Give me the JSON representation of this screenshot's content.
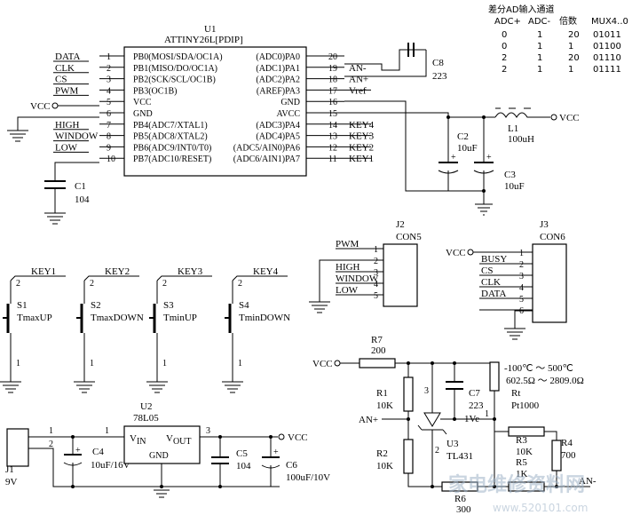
{
  "u1": {
    "ref": "U1",
    "part": "ATTINY26L[PDIP]",
    "left_pins": [
      {
        "num": "1",
        "name": "PB0(MOSI/SDA/OC1A)",
        "net": "DATA"
      },
      {
        "num": "2",
        "name": "PB1(MISO/DO/OC1A)",
        "net": "CLK"
      },
      {
        "num": "3",
        "name": "PB2(SCK/SCL/OC1B)",
        "net": "CS"
      },
      {
        "num": "4",
        "name": "PB3(OC1B)",
        "net": "PWM"
      },
      {
        "num": "5",
        "name": "VCC",
        "net": "VCC"
      },
      {
        "num": "6",
        "name": "GND",
        "net": ""
      },
      {
        "num": "7",
        "name": "PB4(ADC7/XTAL1)",
        "net": "HIGH"
      },
      {
        "num": "8",
        "name": "PB5(ADC8/XTAL2)",
        "net": "WINDOW"
      },
      {
        "num": "9",
        "name": "PB6(ADC9/INT0/T0)",
        "net": "LOW"
      },
      {
        "num": "10",
        "name": "PB7(ADC10/RESET)",
        "net": ""
      }
    ],
    "right_pins": [
      {
        "num": "20",
        "name": "(ADC0)PA0",
        "net": ""
      },
      {
        "num": "19",
        "name": "(ADC1)PA1",
        "net": "AN-"
      },
      {
        "num": "18",
        "name": "(ADC2)PA2",
        "net": "AN+"
      },
      {
        "num": "17",
        "name": "(AREF)PA3",
        "net": "Vref"
      },
      {
        "num": "16",
        "name": "GND",
        "net": ""
      },
      {
        "num": "15",
        "name": "AVCC",
        "net": ""
      },
      {
        "num": "14",
        "name": "(ADC3)PA4",
        "net": "KEY4"
      },
      {
        "num": "13",
        "name": "(ADC4)PA5",
        "net": "KEY3"
      },
      {
        "num": "12",
        "name": "(ADC5/AIN0)PA6",
        "net": "KEY2"
      },
      {
        "num": "11",
        "name": "(ADC6/AIN1)PA7",
        "net": "KEY1"
      }
    ]
  },
  "table": {
    "title": "差分AD输入通道",
    "headers": [
      "ADC+",
      "ADC-",
      "倍数",
      "MUX4..0"
    ],
    "rows": [
      [
        "0",
        "1",
        "20",
        "01011"
      ],
      [
        "0",
        "1",
        "1",
        "01100"
      ],
      [
        "2",
        "1",
        "20",
        "01110"
      ],
      [
        "2",
        "1",
        "1",
        "01111"
      ]
    ]
  },
  "c8": {
    "ref": "C8",
    "value": "223"
  },
  "c1": {
    "ref": "C1",
    "value": "104"
  },
  "c2": {
    "ref": "C2",
    "value": "10uF"
  },
  "c3": {
    "ref": "C3",
    "value": "10uF"
  },
  "l1": {
    "ref": "L1",
    "value": "100uH"
  },
  "vcc": "VCC",
  "j2": {
    "ref": "J2",
    "part": "CON5",
    "pins": [
      "1",
      "2",
      "3",
      "4",
      "5"
    ],
    "nets": [
      "PWM",
      "",
      "HIGH",
      "WINDOW",
      "LOW"
    ]
  },
  "j3": {
    "ref": "J3",
    "part": "CON6",
    "pins": [
      "1",
      "2",
      "3",
      "4",
      "5",
      "6"
    ],
    "nets": [
      "",
      "BUSY",
      "CS",
      "CLK",
      "DATA",
      ""
    ]
  },
  "keys": [
    {
      "net": "KEY1",
      "ref": "S1",
      "name": "TmaxUP"
    },
    {
      "net": "KEY2",
      "ref": "S2",
      "name": "TmaxDOWN"
    },
    {
      "net": "KEY3",
      "ref": "S3",
      "name": "TminUP"
    },
    {
      "net": "KEY4",
      "ref": "S4",
      "name": "TminDOWN"
    }
  ],
  "key_pin_top": "2",
  "key_pin_bot": "1",
  "u2": {
    "ref": "U2",
    "part": "78L05",
    "vin": "V",
    "vin_sub": "IN",
    "vout": "V",
    "vout_sub": "OUT",
    "gnd": "GND",
    "pin_in": "1",
    "pin_out": "3"
  },
  "j1": {
    "ref": "J1",
    "value": "9V",
    "pin1": "1",
    "pin2": "2"
  },
  "c4": {
    "ref": "C4",
    "value": "10uF/16V"
  },
  "c5": {
    "ref": "C5",
    "value": "104"
  },
  "c6": {
    "ref": "C6",
    "value": "100uF/10V"
  },
  "r7": {
    "ref": "R7",
    "value": "200"
  },
  "r1": {
    "ref": "R1",
    "value": "10K"
  },
  "r2": {
    "ref": "R2",
    "value": "10K"
  },
  "c7": {
    "ref": "C7",
    "value": "223"
  },
  "u3": {
    "ref": "U3",
    "part": "TL431",
    "pin_k": "3",
    "pin_r": "1",
    "pin_a": "2"
  },
  "rt": {
    "range_t": "-100℃ ～ 500℃",
    "range_r": "602.5Ω ～ 2809.0Ω",
    "ref": "Rt",
    "part": "Pt1000"
  },
  "one_ve": "1Ve",
  "r3": {
    "ref": "R3",
    "value": "10K"
  },
  "r4": {
    "ref": "R4",
    "value": "700"
  },
  "r5": {
    "ref": "R5",
    "value": "1K"
  },
  "r6": {
    "ref": "R6",
    "value": "300"
  },
  "an_plus": "AN+",
  "an_minus": "AN-",
  "watermark_cn": "家电维修资料网",
  "watermark_url": "www.520101.com"
}
